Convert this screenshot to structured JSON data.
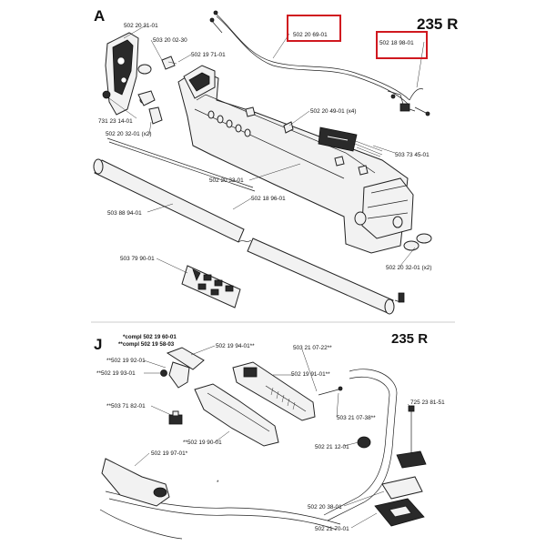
{
  "panel_a": {
    "letter": "A",
    "model": "235 R",
    "labels": {
      "p1": "502 20 31-01",
      "p2": "503 20 02-30",
      "p3": "502 19 71-01",
      "p4": "502 20 69-01",
      "p5": "502 18 98-01",
      "p6": "502 20 49-01 (x4)",
      "p7": "731 23 14-01",
      "p8": "502 20 32-01 (x2)",
      "p9": "503 73 45-01",
      "p10": "502 20 33-01",
      "p11": "502 18 96-01",
      "p12": "503 88 94-01",
      "p13": "503 79 90-01",
      "p14": "502 20 32-01 (x2)"
    },
    "highlighted": [
      "502 20 69-01",
      "502 18 98-01"
    ]
  },
  "panel_j": {
    "letter": "J",
    "model": "235 R",
    "note1": "*compl 502 19 60-01",
    "note2": "**compl 502 19 58-03",
    "labels": {
      "q1": "502 19 94-01**",
      "q2": "503 21 07-22**",
      "q3": "**502 19 92-01",
      "q4": "**502 19 93-01",
      "q5": "502 19 91-01**",
      "q6": "**503 71 82-01",
      "q7": "503 21 07-38**",
      "q8": "725 23 81-51",
      "q9": "**502 19 90-01",
      "q10": "502 21 12-01",
      "q11": "502 19 97-01*",
      "q12": "502 20 38-01",
      "q13": "502 21 70-01",
      "q14": "*"
    }
  },
  "colors": {
    "highlight": "#d0181f",
    "ink": "#111111"
  }
}
